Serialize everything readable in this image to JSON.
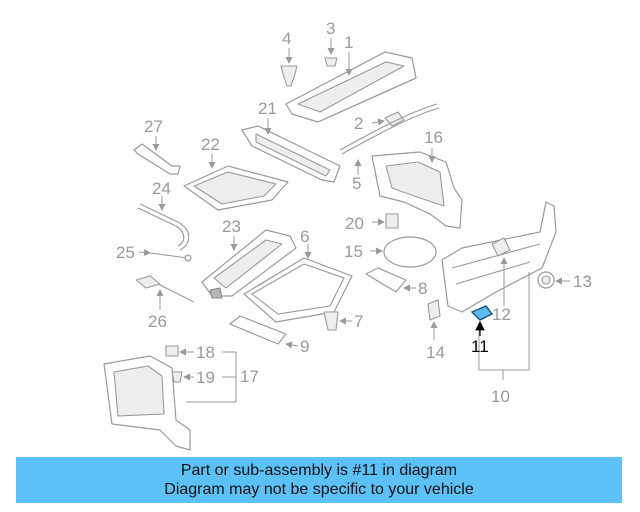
{
  "diagram": {
    "callouts": {
      "c1": "1",
      "c2": "2",
      "c3": "3",
      "c4": "4",
      "c5": "5",
      "c6": "6",
      "c7": "7",
      "c8": "8",
      "c9": "9",
      "c10": "10",
      "c11": "11",
      "c12": "12",
      "c13": "13",
      "c14": "14",
      "c15": "15",
      "c16": "16",
      "c17": "17",
      "c18": "18",
      "c19": "19",
      "c20": "20",
      "c21": "21",
      "c22": "22",
      "c23": "23",
      "c24": "24",
      "c25": "25",
      "c26": "26",
      "c27": "27"
    },
    "highlighted_part": "11",
    "highlight_color": "#5bbcf0"
  },
  "banner": {
    "line1": "Part or sub-assembly is #11 in diagram",
    "line2": "Diagram may not be specific to your vehicle",
    "background": "#5bc1f8"
  }
}
